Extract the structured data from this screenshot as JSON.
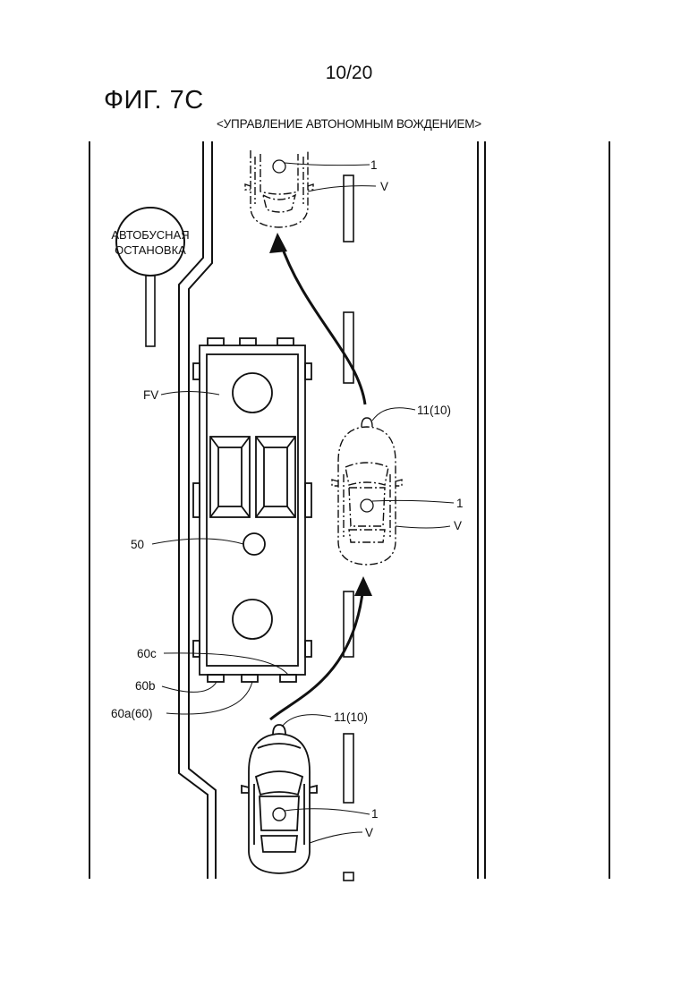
{
  "header": {
    "page_number": "10/20",
    "figure_title": "ФИГ. 7С",
    "subtitle": "<УПРАВЛЕНИЕ АВТОНОМНЫМ ВОЖДЕНИЕМ>"
  },
  "bus_stop_sign": {
    "line1": "АВТОБУСНАЯ",
    "line2": "ОСТАНОВКА"
  },
  "labels": {
    "vehicle_top": "1",
    "v_top": "V",
    "sensor_middle": "11(10)",
    "vehicle_middle": "1",
    "v_middle": "V",
    "bus": "FV",
    "bus_center": "50",
    "light_c": "60c",
    "light_b": "60b",
    "light_a": "60a(60)",
    "sensor_bottom": "11(10)",
    "vehicle_bottom": "1",
    "v_bottom": "V"
  }
}
